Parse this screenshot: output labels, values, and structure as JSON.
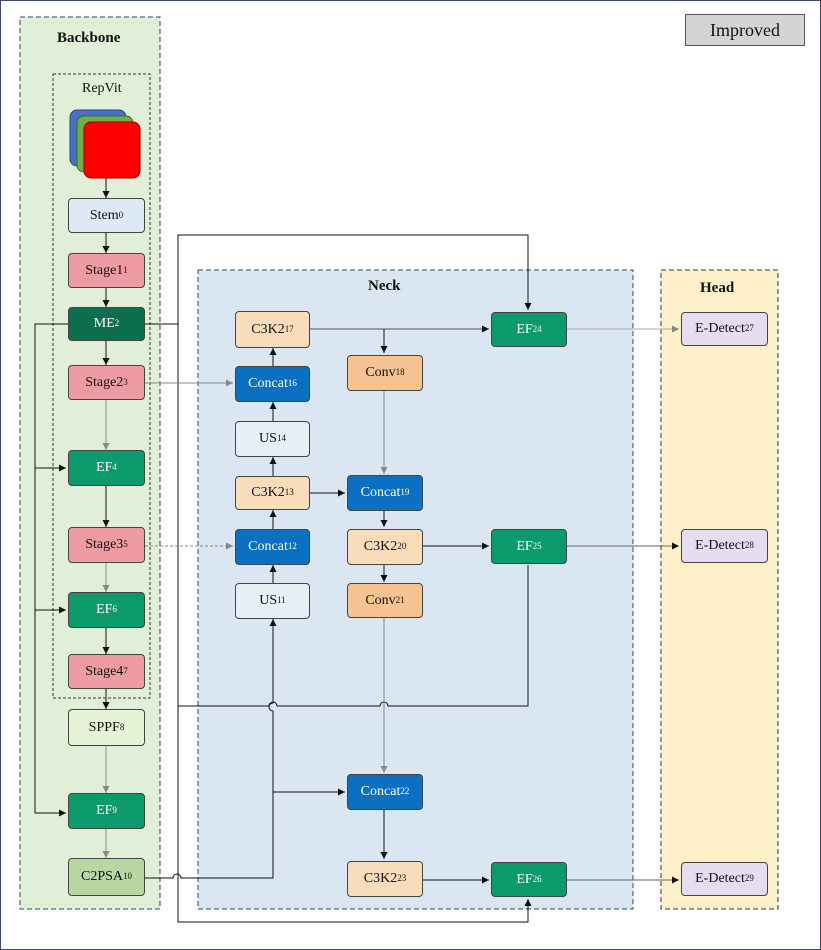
{
  "badge": "Improved",
  "sections": {
    "backbone": "Backbone",
    "repvit": "RepVit",
    "neck": "Neck",
    "head": "Head"
  },
  "colors": {
    "backbone_bg": "#e2efd8",
    "neck_bg": "#dbe6f3",
    "head_bg": "#fdf0c8",
    "stem": "#dde9f4",
    "stage": "#ef9ba4",
    "me": "#0c6e4e",
    "ef": "#0a9a6c",
    "sppf": "#e6f2d6",
    "c2psa": "#b7d8a2",
    "c3k2": "#f9dcb9",
    "concat": "#0b6fc2",
    "us": "#e8f0f7",
    "conv": "#f7c392",
    "detect": "#e6def0",
    "input_red": "#ff0000",
    "input_green": "#70ad47",
    "input_blue": "#4472c4"
  },
  "nodes": {
    "stem": {
      "name": "Stem",
      "idx": "0"
    },
    "stage1": {
      "name": "Stage1",
      "idx": "1"
    },
    "me": {
      "name": "ME",
      "idx": "2"
    },
    "stage2": {
      "name": "Stage2",
      "idx": "3"
    },
    "ef4": {
      "name": "EF",
      "idx": "4"
    },
    "stage3": {
      "name": "Stage3",
      "idx": "5"
    },
    "ef6": {
      "name": "EF",
      "idx": "6"
    },
    "stage4": {
      "name": "Stage4",
      "idx": "7"
    },
    "sppf": {
      "name": "SPPF",
      "idx": "8"
    },
    "ef9": {
      "name": "EF",
      "idx": "9"
    },
    "c2psa": {
      "name": "C2PSA",
      "idx": "10"
    },
    "us11": {
      "name": "US",
      "idx": "11"
    },
    "concat12": {
      "name": "Concat",
      "idx": "12"
    },
    "c3k2_13": {
      "name": "C3K2",
      "idx": "13"
    },
    "us14": {
      "name": "US",
      "idx": "14"
    },
    "concat16": {
      "name": "Concat",
      "idx": "16"
    },
    "c3k2_17": {
      "name": "C3K2",
      "idx": "17"
    },
    "conv18": {
      "name": "Conv",
      "idx": "18"
    },
    "concat19": {
      "name": "Concat",
      "idx": "19"
    },
    "c3k2_20": {
      "name": "C3K2",
      "idx": "20"
    },
    "conv21": {
      "name": "Conv",
      "idx": "21"
    },
    "concat22": {
      "name": "Concat",
      "idx": "22"
    },
    "c3k2_23": {
      "name": "C3K2",
      "idx": "23"
    },
    "ef24": {
      "name": "EF",
      "idx": "24"
    },
    "ef25": {
      "name": "EF",
      "idx": "25"
    },
    "ef26": {
      "name": "EF",
      "idx": "26"
    },
    "det27": {
      "name": "E-Detect",
      "idx": "27"
    },
    "det28": {
      "name": "E-Detect",
      "idx": "28"
    },
    "det29": {
      "name": "E-Detect",
      "idx": "29"
    }
  }
}
